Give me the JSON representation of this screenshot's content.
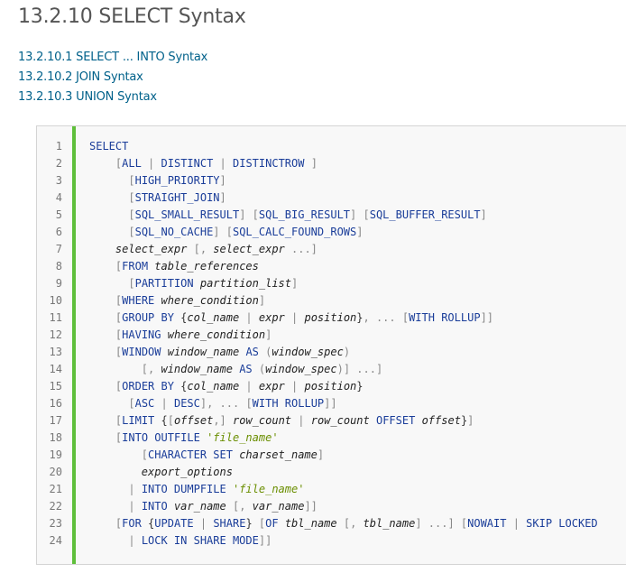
{
  "page": {
    "title": "13.2.10 SELECT Syntax",
    "links": [
      "13.2.10.1 SELECT ... INTO Syntax",
      "13.2.10.2 JOIN Syntax",
      "13.2.10.3 UNION Syntax"
    ]
  },
  "code": {
    "line_numbers": [
      "1",
      "2",
      "3",
      "4",
      "5",
      "6",
      "7",
      "8",
      "9",
      "10",
      "11",
      "12",
      "13",
      "14",
      "15",
      "16",
      "17",
      "18",
      "19",
      "20",
      "21",
      "22",
      "23",
      "24"
    ],
    "lines": [
      [
        [
          "k",
          "SELECT"
        ]
      ],
      [
        [
          "t",
          "    "
        ],
        [
          "p",
          "["
        ],
        [
          "k",
          "ALL"
        ],
        [
          "p",
          " | "
        ],
        [
          "k",
          "DISTINCT"
        ],
        [
          "p",
          " | "
        ],
        [
          "k",
          "DISTINCTROW"
        ],
        [
          "p",
          " ]"
        ]
      ],
      [
        [
          "t",
          "      "
        ],
        [
          "p",
          "["
        ],
        [
          "k",
          "HIGH_PRIORITY"
        ],
        [
          "p",
          "]"
        ]
      ],
      [
        [
          "t",
          "      "
        ],
        [
          "p",
          "["
        ],
        [
          "k",
          "STRAIGHT_JOIN"
        ],
        [
          "p",
          "]"
        ]
      ],
      [
        [
          "t",
          "      "
        ],
        [
          "p",
          "["
        ],
        [
          "k",
          "SQL_SMALL_RESULT"
        ],
        [
          "p",
          "] ["
        ],
        [
          "k",
          "SQL_BIG_RESULT"
        ],
        [
          "p",
          "] ["
        ],
        [
          "k",
          "SQL_BUFFER_RESULT"
        ],
        [
          "p",
          "]"
        ]
      ],
      [
        [
          "t",
          "      "
        ],
        [
          "p",
          "["
        ],
        [
          "k",
          "SQL_NO_CACHE"
        ],
        [
          "p",
          "] ["
        ],
        [
          "k",
          "SQL_CALC_FOUND_ROWS"
        ],
        [
          "p",
          "]"
        ]
      ],
      [
        [
          "t",
          "    "
        ],
        [
          "i",
          "select_expr"
        ],
        [
          "p",
          " [, "
        ],
        [
          "i",
          "select_expr"
        ],
        [
          "p",
          " ...]"
        ]
      ],
      [
        [
          "t",
          "    "
        ],
        [
          "p",
          "["
        ],
        [
          "k",
          "FROM"
        ],
        [
          "t",
          " "
        ],
        [
          "i",
          "table_references"
        ]
      ],
      [
        [
          "t",
          "      "
        ],
        [
          "p",
          "["
        ],
        [
          "k",
          "PARTITION"
        ],
        [
          "t",
          " "
        ],
        [
          "i",
          "partition_list"
        ],
        [
          "p",
          "]"
        ]
      ],
      [
        [
          "t",
          "    "
        ],
        [
          "p",
          "["
        ],
        [
          "k",
          "WHERE"
        ],
        [
          "t",
          " "
        ],
        [
          "i",
          "where_condition"
        ],
        [
          "p",
          "]"
        ]
      ],
      [
        [
          "t",
          "    "
        ],
        [
          "p",
          "["
        ],
        [
          "k",
          "GROUP BY"
        ],
        [
          "t",
          " {"
        ],
        [
          "i",
          "col_name"
        ],
        [
          "p",
          " | "
        ],
        [
          "i",
          "expr"
        ],
        [
          "p",
          " | "
        ],
        [
          "i",
          "position"
        ],
        [
          "t",
          "}"
        ],
        [
          "p",
          ", ... ["
        ],
        [
          "k",
          "WITH ROLLUP"
        ],
        [
          "p",
          "]]"
        ]
      ],
      [
        [
          "t",
          "    "
        ],
        [
          "p",
          "["
        ],
        [
          "k",
          "HAVING"
        ],
        [
          "t",
          " "
        ],
        [
          "i",
          "where_condition"
        ],
        [
          "p",
          "]"
        ]
      ],
      [
        [
          "t",
          "    "
        ],
        [
          "p",
          "["
        ],
        [
          "k",
          "WINDOW"
        ],
        [
          "t",
          " "
        ],
        [
          "i",
          "window_name"
        ],
        [
          "t",
          " "
        ],
        [
          "k",
          "AS"
        ],
        [
          "p",
          " ("
        ],
        [
          "i",
          "window_spec"
        ],
        [
          "p",
          ")"
        ]
      ],
      [
        [
          "t",
          "        "
        ],
        [
          "p",
          "[, "
        ],
        [
          "i",
          "window_name"
        ],
        [
          "t",
          " "
        ],
        [
          "k",
          "AS"
        ],
        [
          "p",
          " ("
        ],
        [
          "i",
          "window_spec"
        ],
        [
          "p",
          ")] ...]"
        ]
      ],
      [
        [
          "t",
          "    "
        ],
        [
          "p",
          "["
        ],
        [
          "k",
          "ORDER BY"
        ],
        [
          "t",
          " {"
        ],
        [
          "i",
          "col_name"
        ],
        [
          "p",
          " | "
        ],
        [
          "i",
          "expr"
        ],
        [
          "p",
          " | "
        ],
        [
          "i",
          "position"
        ],
        [
          "t",
          "}"
        ]
      ],
      [
        [
          "t",
          "      "
        ],
        [
          "p",
          "["
        ],
        [
          "k",
          "ASC"
        ],
        [
          "p",
          " | "
        ],
        [
          "k",
          "DESC"
        ],
        [
          "p",
          "], ... ["
        ],
        [
          "k",
          "WITH ROLLUP"
        ],
        [
          "p",
          "]]"
        ]
      ],
      [
        [
          "t",
          "    "
        ],
        [
          "p",
          "["
        ],
        [
          "k",
          "LIMIT"
        ],
        [
          "t",
          " {"
        ],
        [
          "p",
          "["
        ],
        [
          "i",
          "offset"
        ],
        [
          "p",
          ",] "
        ],
        [
          "i",
          "row_count"
        ],
        [
          "p",
          " | "
        ],
        [
          "i",
          "row_count"
        ],
        [
          "t",
          " "
        ],
        [
          "k",
          "OFFSET"
        ],
        [
          "t",
          " "
        ],
        [
          "i",
          "offset"
        ],
        [
          "t",
          "}"
        ],
        [
          "p",
          "]"
        ]
      ],
      [
        [
          "t",
          "    "
        ],
        [
          "p",
          "["
        ],
        [
          "k",
          "INTO OUTFILE"
        ],
        [
          "t",
          " "
        ],
        [
          "s",
          "'file_name'"
        ]
      ],
      [
        [
          "t",
          "        "
        ],
        [
          "p",
          "["
        ],
        [
          "k",
          "CHARACTER SET"
        ],
        [
          "t",
          " "
        ],
        [
          "i",
          "charset_name"
        ],
        [
          "p",
          "]"
        ]
      ],
      [
        [
          "t",
          "        "
        ],
        [
          "i",
          "export_options"
        ]
      ],
      [
        [
          "t",
          "      "
        ],
        [
          "p",
          "| "
        ],
        [
          "k",
          "INTO DUMPFILE"
        ],
        [
          "t",
          " "
        ],
        [
          "s",
          "'file_name'"
        ]
      ],
      [
        [
          "t",
          "      "
        ],
        [
          "p",
          "| "
        ],
        [
          "k",
          "INTO"
        ],
        [
          "t",
          " "
        ],
        [
          "i",
          "var_name"
        ],
        [
          "p",
          " [, "
        ],
        [
          "i",
          "var_name"
        ],
        [
          "p",
          "]]"
        ]
      ],
      [
        [
          "t",
          "    "
        ],
        [
          "p",
          "["
        ],
        [
          "k",
          "FOR"
        ],
        [
          "t",
          " {"
        ],
        [
          "k",
          "UPDATE"
        ],
        [
          "p",
          " | "
        ],
        [
          "k",
          "SHARE"
        ],
        [
          "t",
          "}"
        ],
        [
          "p",
          " ["
        ],
        [
          "k",
          "OF"
        ],
        [
          "t",
          " "
        ],
        [
          "i",
          "tbl_name"
        ],
        [
          "p",
          " [, "
        ],
        [
          "i",
          "tbl_name"
        ],
        [
          "p",
          "] ...] ["
        ],
        [
          "k",
          "NOWAIT"
        ],
        [
          "p",
          " | "
        ],
        [
          "k",
          "SKIP LOCKED"
        ]
      ],
      [
        [
          "t",
          "      "
        ],
        [
          "p",
          "| "
        ],
        [
          "k",
          "LOCK IN SHARE MODE"
        ],
        [
          "p",
          "]]"
        ]
      ]
    ]
  }
}
